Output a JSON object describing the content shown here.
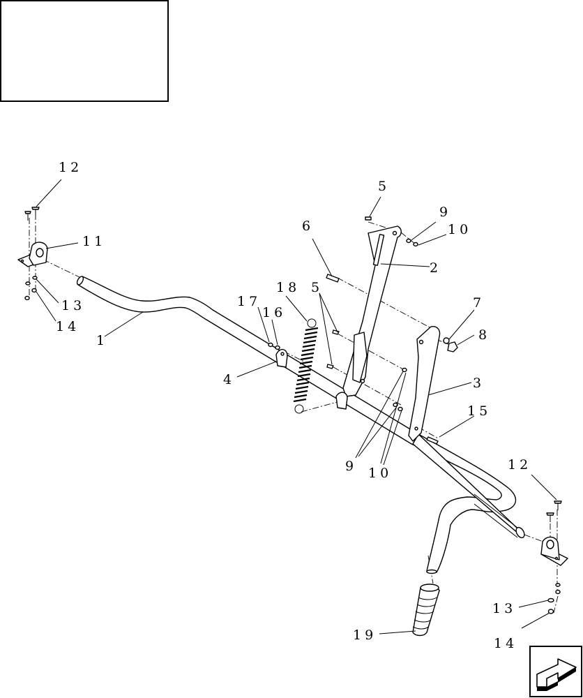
{
  "diagram": {
    "callouts": {
      "c1": "1",
      "c2": "2",
      "c3": "3",
      "c4": "4",
      "c5_top": "5",
      "c5_mid": "5",
      "c6": "6",
      "c7": "7",
      "c8": "8",
      "c9_top": "9",
      "c9_bottom": "9",
      "c10_top": "10",
      "c10_bottom": "10",
      "c11": "11",
      "c12_left": "12",
      "c12_right": "12",
      "c13_left": "13",
      "c13_right": "13",
      "c14_left": "14",
      "c14_right": "14",
      "c15": "15",
      "c16": "16",
      "c17": "17",
      "c18": "18",
      "c19": "19"
    }
  },
  "colors": {
    "line": "#000000",
    "background": "#ffffff"
  },
  "icons": {
    "navigation": "next-page-arrow-icon"
  }
}
